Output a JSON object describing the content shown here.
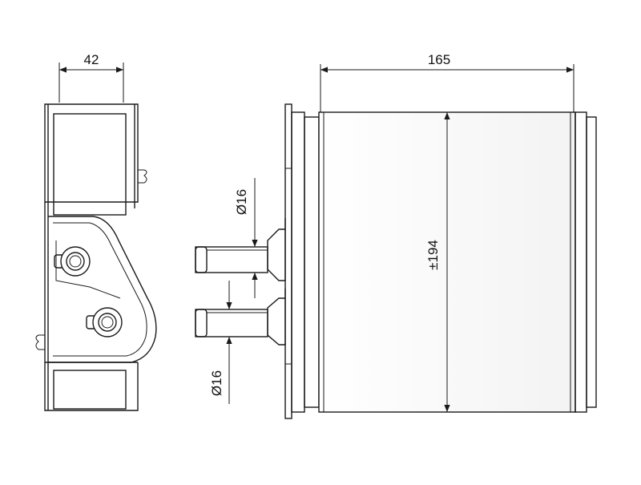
{
  "dimensions": {
    "width_top": "42",
    "core_width": "165",
    "pipe_dia_upper": "Ø16",
    "pipe_dia_lower": "Ø16",
    "core_height": "±194"
  },
  "colors": {
    "line": "#1a1a1a",
    "background": "#ffffff"
  }
}
